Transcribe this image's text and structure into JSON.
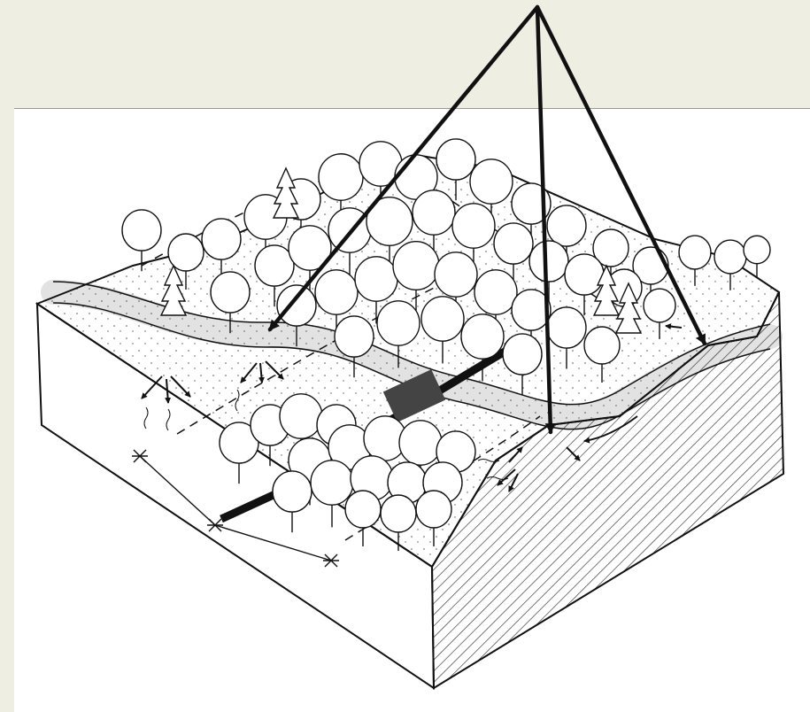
{
  "figure": {
    "description_free": true,
    "colors": {
      "background": "#efeee3",
      "panel": "#ffffff",
      "ink": "#111111"
    },
    "icons": [
      "pointer-arrow",
      "tree",
      "log",
      "erosion-arrow"
    ]
  }
}
